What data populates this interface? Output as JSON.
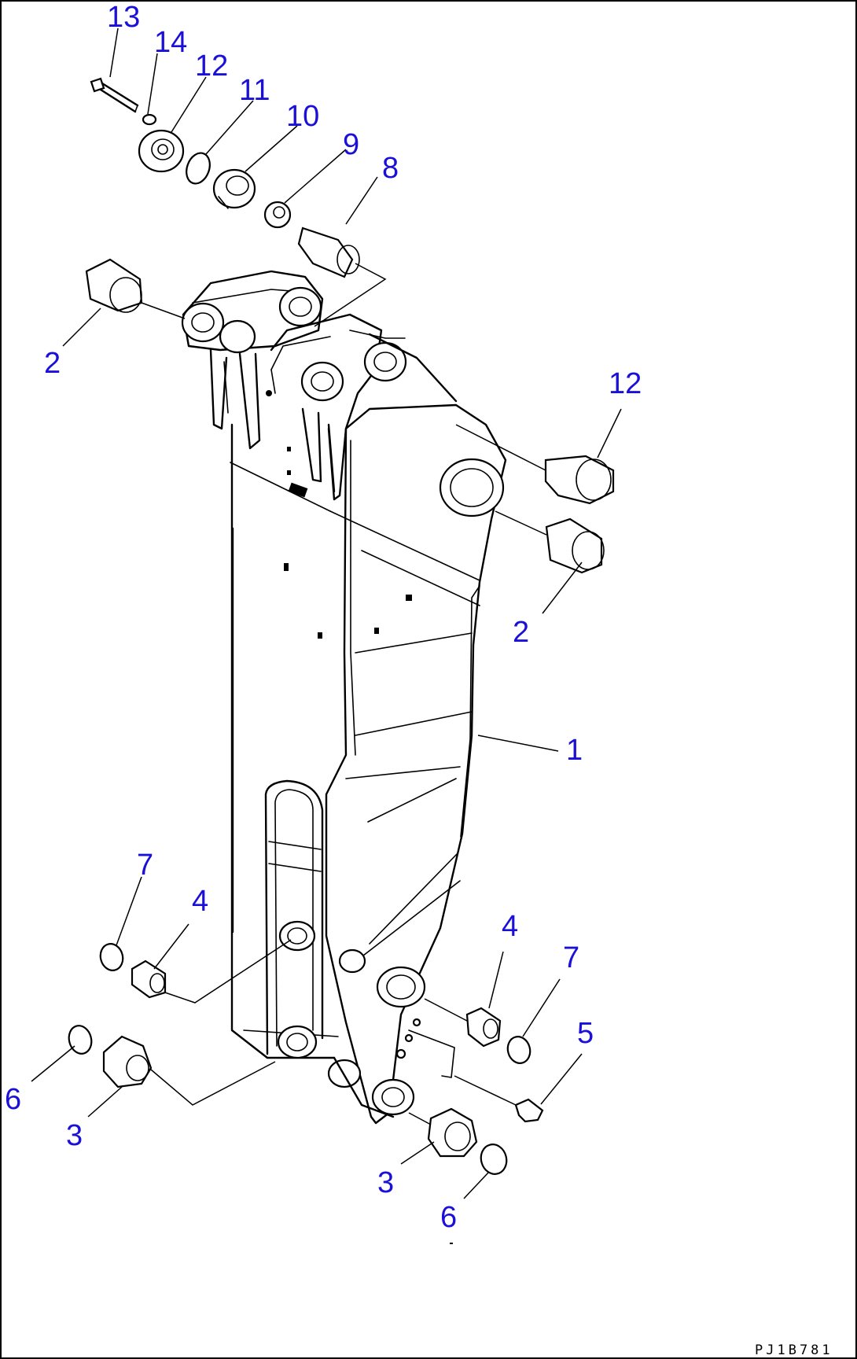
{
  "drawing_number": "PJ1B781",
  "callouts": {
    "c1": "1",
    "c2a": "2",
    "c2b": "2",
    "c3a": "3",
    "c3b": "3",
    "c4a": "4",
    "c4b": "4",
    "c5": "5",
    "c6a": "6",
    "c6b": "6",
    "c7a": "7",
    "c7b": "7",
    "c8": "8",
    "c9": "9",
    "c10": "10",
    "c11": "11",
    "c12a": "12",
    "c12b": "12",
    "c13": "13",
    "c14": "14"
  },
  "colors": {
    "callout": "#1a10d8",
    "line": "#000000",
    "background": "#ffffff"
  }
}
